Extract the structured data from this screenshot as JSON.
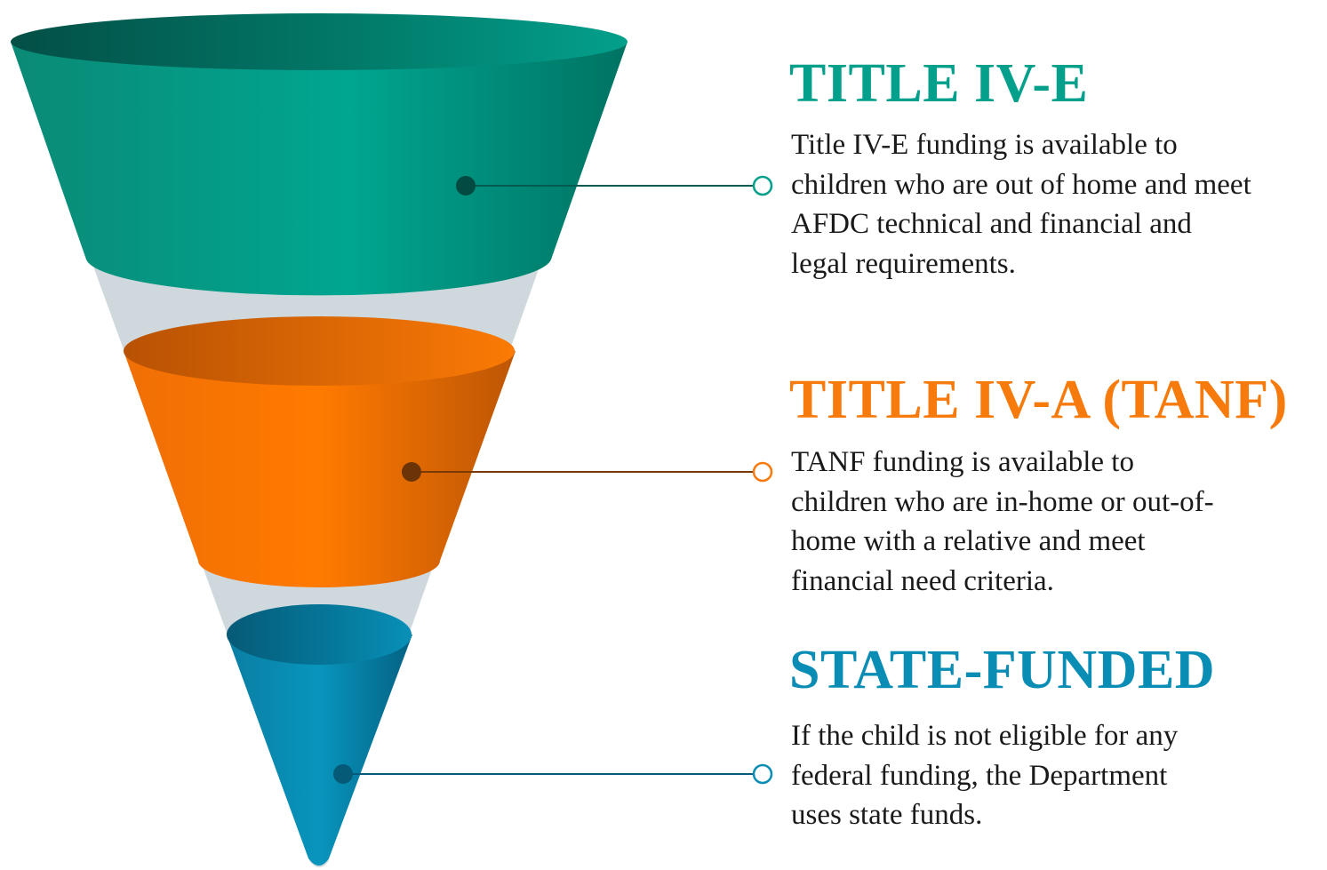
{
  "tiers": [
    {
      "heading": "TITLE IV-E",
      "lines": [
        "Title IV-E funding is available to",
        "children who are out of home and meet",
        "AFDC technical and financial and",
        "legal requirements."
      ],
      "color": "#05a08c"
    },
    {
      "heading": "TITLE IV-A (TANF)",
      "lines": [
        "TANF funding is available to",
        "children who are in-home or out-of-",
        "home with a relative and meet",
        "financial need criteria."
      ],
      "color": "#f77a0c"
    },
    {
      "heading": "STATE-FUNDED",
      "lines": [
        "If the child is not eligible for any",
        "federal funding, the Department",
        "uses state funds."
      ],
      "color": "#0a8db5"
    }
  ]
}
